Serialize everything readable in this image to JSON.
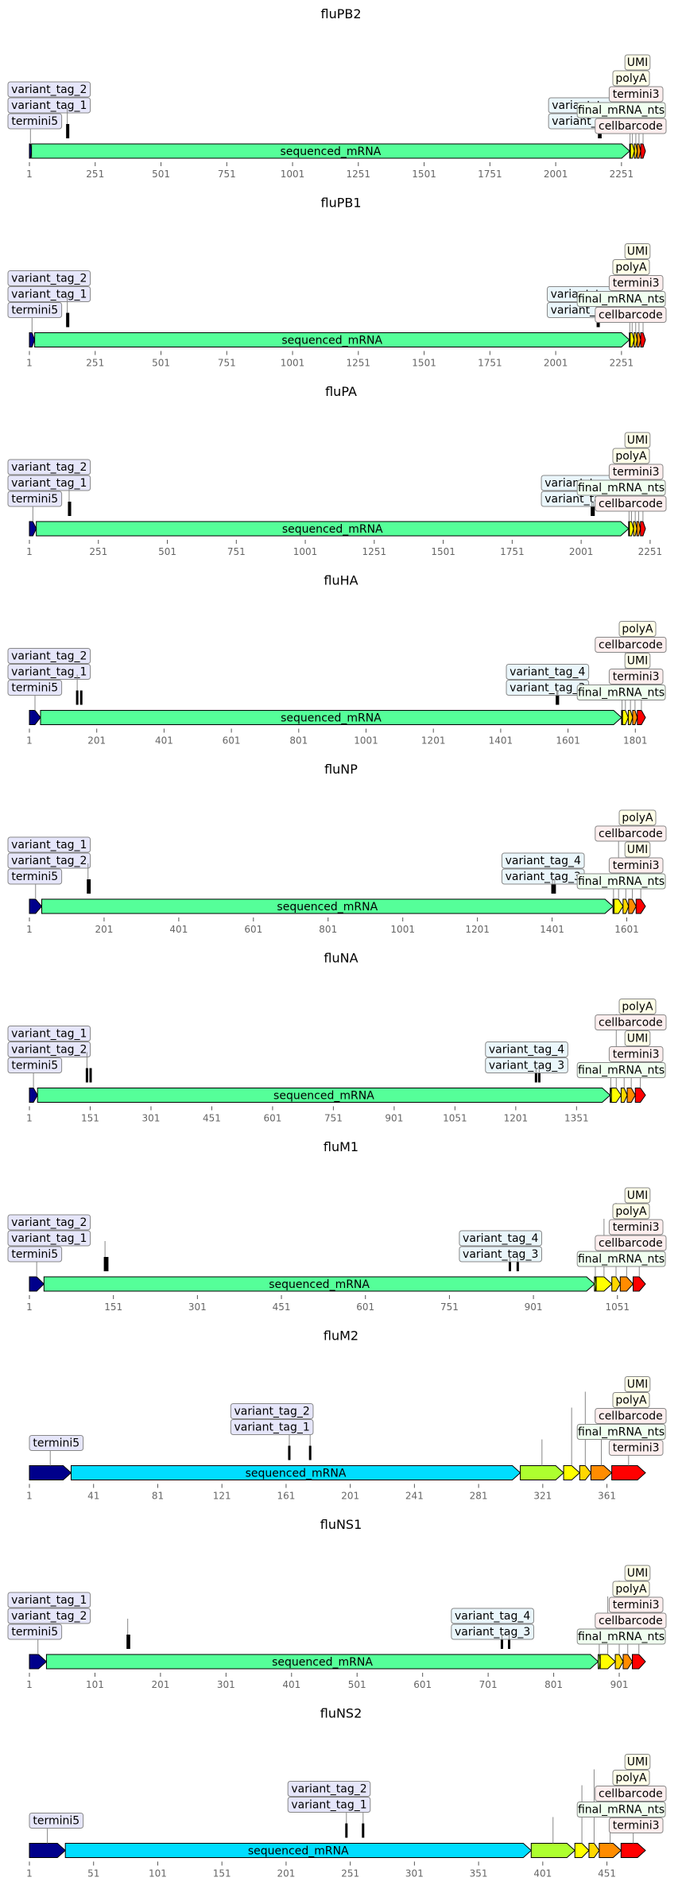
{
  "colors": {
    "termini5": "#00008b",
    "sequenced_mRNA_wide": "#55ff99",
    "sequenced_mRNA_narrow": "#00ddff",
    "final_mRNA_nts": "#adff2f",
    "polyA": "#ffff00",
    "UMI": "#ffd700",
    "cellbarcode": "#ff8c00",
    "termini3": "#ff0000",
    "label_blue": "#e6e6fa",
    "label_cyan": "#eaf6fb",
    "label_green": "#f0fff0",
    "label_yellow": "#ffffe8",
    "label_pink": "#fdeeee"
  },
  "maps": [
    {
      "title": "fluPB2",
      "length": 2341,
      "ticks": [
        "1",
        "251",
        "501",
        "751",
        "1001",
        "1251",
        "1501",
        "1751",
        "2001",
        "2251"
      ],
      "features": [
        {
          "name": "termini5",
          "start": 1,
          "end": 8
        },
        {
          "name": "sequenced_mRNA",
          "start": 9,
          "end": 2281
        },
        {
          "name": "final_mRNA_nts",
          "start": 2282,
          "end": 2284
        },
        {
          "name": "polyA",
          "start": 2285,
          "end": 2299
        },
        {
          "name": "UMI",
          "start": 2300,
          "end": 2310
        },
        {
          "name": "cellbarcode",
          "start": 2311,
          "end": 2323
        },
        {
          "name": "termini3",
          "start": 2324,
          "end": 2341
        }
      ],
      "marks": [
        {
          "name": "variant_tag_1",
          "pos": 145
        },
        {
          "name": "variant_tag_2",
          "pos": 148
        },
        {
          "name": "variant_tag_3",
          "pos": 2166
        },
        {
          "name": "variant_tag_4",
          "pos": 2171
        }
      ],
      "labels_left": [
        "variant_tag_2",
        "variant_tag_1",
        "termini5"
      ],
      "labels_mid": [
        "variant_tag_4",
        "variant_tag_3"
      ],
      "labels_right": [
        "UMI",
        "polyA",
        "termini3",
        "final_mRNA_nts",
        "cellbarcode"
      ]
    },
    {
      "title": "fluPB1",
      "length": 2341,
      "ticks": [
        "1",
        "251",
        "501",
        "751",
        "1001",
        "1251",
        "1501",
        "1751",
        "2001",
        "2251"
      ],
      "features": [
        {
          "name": "termini5",
          "start": 1,
          "end": 20
        },
        {
          "name": "sequenced_mRNA",
          "start": 21,
          "end": 2280
        },
        {
          "name": "final_mRNA_nts",
          "start": 2281,
          "end": 2283
        },
        {
          "name": "polyA",
          "start": 2284,
          "end": 2298
        },
        {
          "name": "UMI",
          "start": 2299,
          "end": 2310
        },
        {
          "name": "cellbarcode",
          "start": 2311,
          "end": 2323
        },
        {
          "name": "termini3",
          "start": 2324,
          "end": 2341
        }
      ],
      "marks": [
        {
          "name": "variant_tag_1",
          "pos": 145
        },
        {
          "name": "variant_tag_2",
          "pos": 148
        },
        {
          "name": "variant_tag_3",
          "pos": 2161
        },
        {
          "name": "variant_tag_4",
          "pos": 2164
        }
      ],
      "labels_left": [
        "variant_tag_2",
        "variant_tag_1",
        "termini5"
      ],
      "labels_mid": [
        "variant_tag_4",
        "variant_tag_3"
      ],
      "labels_right": [
        "UMI",
        "polyA",
        "termini3",
        "final_mRNA_nts",
        "cellbarcode"
      ]
    },
    {
      "title": "fluPA",
      "length": 2233,
      "ticks": [
        "1",
        "251",
        "501",
        "751",
        "1001",
        "1251",
        "1501",
        "1751",
        "2001",
        "2251"
      ],
      "features": [
        {
          "name": "termini5",
          "start": 1,
          "end": 25
        },
        {
          "name": "sequenced_mRNA",
          "start": 26,
          "end": 2172
        },
        {
          "name": "final_mRNA_nts",
          "start": 2173,
          "end": 2175
        },
        {
          "name": "polyA",
          "start": 2176,
          "end": 2190
        },
        {
          "name": "UMI",
          "start": 2191,
          "end": 2202
        },
        {
          "name": "cellbarcode",
          "start": 2203,
          "end": 2215
        },
        {
          "name": "termini3",
          "start": 2216,
          "end": 2233
        }
      ],
      "marks": [
        {
          "name": "variant_tag_1",
          "pos": 145
        },
        {
          "name": "variant_tag_2",
          "pos": 148
        },
        {
          "name": "variant_tag_3",
          "pos": 2040
        },
        {
          "name": "variant_tag_4",
          "pos": 2046
        }
      ],
      "labels_left": [
        "variant_tag_2",
        "variant_tag_1",
        "termini5"
      ],
      "labels_mid": [
        "variant_tag_4",
        "variant_tag_3"
      ],
      "labels_right": [
        "UMI",
        "polyA",
        "termini3",
        "final_mRNA_nts",
        "cellbarcode"
      ]
    },
    {
      "title": "fluHA",
      "length": 1830,
      "ticks": [
        "1",
        "201",
        "401",
        "601",
        "801",
        "1001",
        "1201",
        "1401",
        "1601",
        "1801"
      ],
      "features": [
        {
          "name": "termini5",
          "start": 1,
          "end": 33
        },
        {
          "name": "sequenced_mRNA",
          "start": 34,
          "end": 1759
        },
        {
          "name": "final_mRNA_nts",
          "start": 1760,
          "end": 1762
        },
        {
          "name": "polyA",
          "start": 1763,
          "end": 1779
        },
        {
          "name": "UMI",
          "start": 1780,
          "end": 1792
        },
        {
          "name": "cellbarcode",
          "start": 1793,
          "end": 1806
        },
        {
          "name": "termini3",
          "start": 1807,
          "end": 1830
        }
      ],
      "marks": [
        {
          "name": "variant_tag_1",
          "pos": 143
        },
        {
          "name": "variant_tag_2",
          "pos": 155
        },
        {
          "name": "variant_tag_3",
          "pos": 1568
        },
        {
          "name": "variant_tag_4",
          "pos": 1571
        }
      ],
      "labels_left": [
        "variant_tag_2",
        "variant_tag_1",
        "termini5"
      ],
      "labels_mid": [
        "variant_tag_4",
        "variant_tag_3"
      ],
      "labels_right": [
        "polyA",
        "cellbarcode",
        "UMI",
        "termini3",
        "final_mRNA_nts"
      ]
    },
    {
      "title": "fluNP",
      "length": 1650,
      "ticks": [
        "1",
        "201",
        "401",
        "601",
        "801",
        "1001",
        "1201",
        "1401",
        "1601"
      ],
      "features": [
        {
          "name": "termini5",
          "start": 1,
          "end": 33
        },
        {
          "name": "sequenced_mRNA",
          "start": 34,
          "end": 1563
        },
        {
          "name": "final_mRNA_nts",
          "start": 1564,
          "end": 1566
        },
        {
          "name": "polyA",
          "start": 1567,
          "end": 1590
        },
        {
          "name": "UMI",
          "start": 1591,
          "end": 1605
        },
        {
          "name": "cellbarcode",
          "start": 1606,
          "end": 1625
        },
        {
          "name": "termini3",
          "start": 1626,
          "end": 1650
        }
      ],
      "marks": [
        {
          "name": "variant_tag_1",
          "pos": 158
        },
        {
          "name": "variant_tag_2",
          "pos": 162
        },
        {
          "name": "variant_tag_3",
          "pos": 1402
        },
        {
          "name": "variant_tag_4",
          "pos": 1408
        }
      ],
      "labels_left": [
        "variant_tag_1",
        "variant_tag_2",
        "termini5"
      ],
      "labels_mid": [
        "variant_tag_4",
        "variant_tag_3"
      ],
      "labels_right": [
        "polyA",
        "cellbarcode",
        "UMI",
        "termini3",
        "final_mRNA_nts"
      ]
    },
    {
      "title": "fluNA",
      "length": 1520,
      "ticks": [
        "1",
        "151",
        "301",
        "451",
        "601",
        "751",
        "901",
        "1051",
        "1201",
        "1351"
      ],
      "features": [
        {
          "name": "termini5",
          "start": 1,
          "end": 20
        },
        {
          "name": "sequenced_mRNA",
          "start": 21,
          "end": 1433
        },
        {
          "name": "final_mRNA_nts",
          "start": 1434,
          "end": 1436
        },
        {
          "name": "polyA",
          "start": 1437,
          "end": 1460
        },
        {
          "name": "UMI",
          "start": 1461,
          "end": 1475
        },
        {
          "name": "cellbarcode",
          "start": 1476,
          "end": 1495
        },
        {
          "name": "termini3",
          "start": 1496,
          "end": 1520
        }
      ],
      "marks": [
        {
          "name": "variant_tag_1",
          "pos": 143
        },
        {
          "name": "variant_tag_2",
          "pos": 152
        },
        {
          "name": "variant_tag_3",
          "pos": 1251
        },
        {
          "name": "variant_tag_4",
          "pos": 1259
        }
      ],
      "labels_left": [
        "variant_tag_1",
        "variant_tag_2",
        "termini5"
      ],
      "labels_mid": [
        "variant_tag_4",
        "variant_tag_3"
      ],
      "labels_right": [
        "polyA",
        "cellbarcode",
        "UMI",
        "termini3",
        "final_mRNA_nts"
      ]
    },
    {
      "title": "fluM1",
      "length": 1100,
      "ticks": [
        "1",
        "151",
        "301",
        "451",
        "601",
        "751",
        "901",
        "1051"
      ],
      "features": [
        {
          "name": "termini5",
          "start": 1,
          "end": 26
        },
        {
          "name": "sequenced_mRNA",
          "start": 27,
          "end": 1009
        },
        {
          "name": "final_mRNA_nts",
          "start": 1010,
          "end": 1012
        },
        {
          "name": "polyA",
          "start": 1013,
          "end": 1040
        },
        {
          "name": "UMI",
          "start": 1041,
          "end": 1055
        },
        {
          "name": "cellbarcode",
          "start": 1056,
          "end": 1078
        },
        {
          "name": "termini3",
          "start": 1079,
          "end": 1100
        }
      ],
      "marks": [
        {
          "name": "variant_tag_1",
          "pos": 136
        },
        {
          "name": "variant_tag_2",
          "pos": 140
        },
        {
          "name": "variant_tag_3",
          "pos": 859
        },
        {
          "name": "variant_tag_4",
          "pos": 873
        }
      ],
      "labels_left": [
        "variant_tag_2",
        "variant_tag_1",
        "termini5"
      ],
      "labels_mid": [
        "variant_tag_4",
        "variant_tag_3"
      ],
      "labels_right": [
        "UMI",
        "polyA",
        "termini3",
        "cellbarcode",
        "final_mRNA_nts"
      ]
    },
    {
      "title": "fluM2",
      "length": 384,
      "ticks": [
        "1",
        "41",
        "81",
        "121",
        "161",
        "201",
        "241",
        "281",
        "321",
        "361"
      ],
      "features": [
        {
          "name": "termini5",
          "start": 1,
          "end": 26
        },
        {
          "name": "sequenced_mRNA",
          "start": 27,
          "end": 306
        },
        {
          "name": "final_mRNA_nts",
          "start": 307,
          "end": 333
        },
        {
          "name": "polyA",
          "start": 334,
          "end": 343
        },
        {
          "name": "UMI",
          "start": 344,
          "end": 350
        },
        {
          "name": "cellbarcode",
          "start": 351,
          "end": 363
        },
        {
          "name": "termini3",
          "start": 364,
          "end": 384
        }
      ],
      "marks": [
        {
          "name": "variant_tag_1",
          "pos": 163
        },
        {
          "name": "variant_tag_2",
          "pos": 176
        }
      ],
      "labels_left": [
        "termini5"
      ],
      "labels_mid": [
        "variant_tag_2",
        "variant_tag_1"
      ],
      "labels_right": [
        "UMI",
        "polyA",
        "cellbarcode",
        "final_mRNA_nts",
        "termini3"
      ]
    },
    {
      "title": "fluNS1",
      "length": 940,
      "ticks": [
        "1",
        "101",
        "201",
        "301",
        "401",
        "501",
        "601",
        "701",
        "801",
        "901"
      ],
      "features": [
        {
          "name": "termini5",
          "start": 1,
          "end": 26
        },
        {
          "name": "sequenced_mRNA",
          "start": 27,
          "end": 868
        },
        {
          "name": "final_mRNA_nts",
          "start": 869,
          "end": 871
        },
        {
          "name": "polyA",
          "start": 872,
          "end": 894
        },
        {
          "name": "UMI",
          "start": 895,
          "end": 906
        },
        {
          "name": "cellbarcode",
          "start": 907,
          "end": 920
        },
        {
          "name": "termini3",
          "start": 921,
          "end": 940
        }
      ],
      "marks": [
        {
          "name": "variant_tag_1",
          "pos": 151
        },
        {
          "name": "variant_tag_2",
          "pos": 153
        },
        {
          "name": "variant_tag_3",
          "pos": 722
        },
        {
          "name": "variant_tag_4",
          "pos": 733
        }
      ],
      "labels_left": [
        "variant_tag_1",
        "variant_tag_2",
        "termini5"
      ],
      "labels_mid": [
        "variant_tag_4",
        "variant_tag_3"
      ],
      "labels_right": [
        "UMI",
        "polyA",
        "termini3",
        "cellbarcode",
        "final_mRNA_nts"
      ]
    },
    {
      "title": "fluNS2",
      "length": 480,
      "ticks": [
        "1",
        "51",
        "101",
        "151",
        "201",
        "251",
        "301",
        "351",
        "401",
        "451"
      ],
      "features": [
        {
          "name": "termini5",
          "start": 1,
          "end": 28
        },
        {
          "name": "sequenced_mRNA",
          "start": 29,
          "end": 391
        },
        {
          "name": "final_mRNA_nts",
          "start": 392,
          "end": 425
        },
        {
          "name": "polyA",
          "start": 426,
          "end": 436
        },
        {
          "name": "UMI",
          "start": 437,
          "end": 444
        },
        {
          "name": "cellbarcode",
          "start": 445,
          "end": 461
        },
        {
          "name": "termini3",
          "start": 462,
          "end": 480
        }
      ],
      "marks": [
        {
          "name": "variant_tag_1",
          "pos": 248
        },
        {
          "name": "variant_tag_2",
          "pos": 261
        }
      ],
      "labels_left": [
        "termini5"
      ],
      "labels_mid": [
        "variant_tag_2",
        "variant_tag_1"
      ],
      "labels_right": [
        "UMI",
        "polyA",
        "cellbarcode",
        "final_mRNA_nts",
        "termini3"
      ]
    }
  ]
}
